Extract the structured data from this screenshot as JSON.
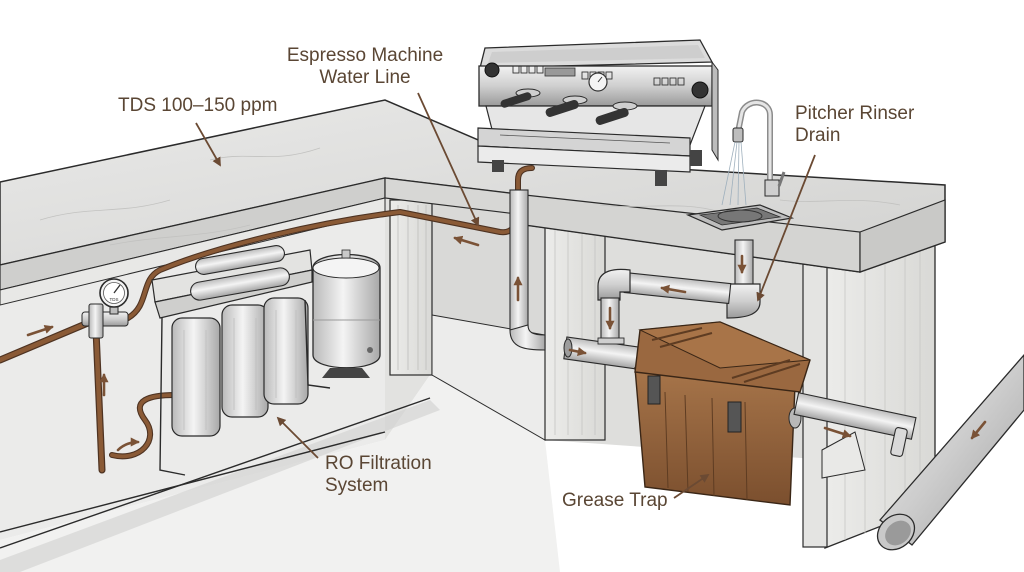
{
  "diagram": {
    "title": "Bar plumbing layout",
    "colors": {
      "label_text": "#5a4634",
      "copper_line": "#8a5a36",
      "grease_trap": "#8b5a35",
      "countertop": "#dcdcdc",
      "cabinet": "#e6e6e4",
      "drain_pipe": "#c8c8c8"
    },
    "callouts": [
      {
        "id": "tds",
        "text": "TDS 100–150 ppm",
        "target": "countertop"
      },
      {
        "id": "espresso",
        "line1": "Espresso Machine",
        "line2": "Water Line",
        "target": "espresso-water-line"
      },
      {
        "id": "rinser",
        "line1": "Pitcher Rinser",
        "line2": "Drain",
        "target": "rinser-drain-pipe"
      },
      {
        "id": "ro",
        "line1": "RO Filtration",
        "line2": "System",
        "target": "ro-filter-unit"
      },
      {
        "id": "grease",
        "text": "Grease Trap",
        "target": "grease-trap"
      }
    ],
    "gauge_label": "TDS",
    "components": [
      "countertop",
      "espresso-machine",
      "pitcher-rinser-faucet",
      "rinser-drain-grate",
      "ro-filter-unit",
      "pressure-tank",
      "tds-gauge",
      "water-supply-line",
      "espresso-water-line",
      "drain-pipe",
      "grease-trap",
      "main-sewer-pipe"
    ],
    "flow_directions": [
      {
        "segment": "supply-inlet",
        "direction": "right"
      },
      {
        "segment": "supply-riser",
        "direction": "up"
      },
      {
        "segment": "loop-return",
        "direction": "right"
      },
      {
        "segment": "espresso-line",
        "direction": "left"
      },
      {
        "segment": "espresso-riser",
        "direction": "up"
      },
      {
        "segment": "rinser-drop",
        "direction": "down"
      },
      {
        "segment": "rinser-horizontal",
        "direction": "left"
      },
      {
        "segment": "drain-drop",
        "direction": "down"
      },
      {
        "segment": "trap-inlet",
        "direction": "right"
      },
      {
        "segment": "trap-outlet",
        "direction": "right"
      },
      {
        "segment": "sewer-main",
        "direction": "down-left"
      }
    ]
  }
}
